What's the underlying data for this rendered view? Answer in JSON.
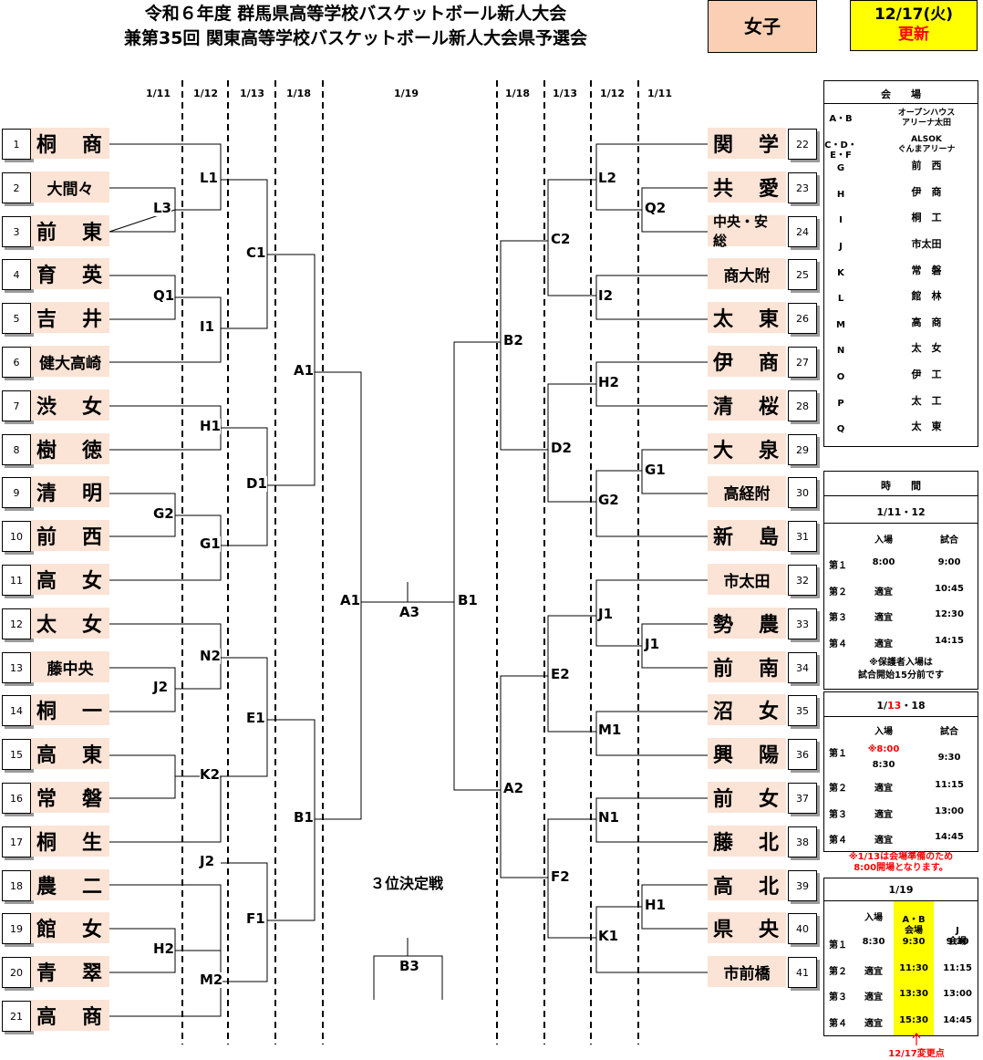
{
  "header": {
    "title1": "令和６年度 群馬県高等学校バスケットボール新人大会",
    "title2": "兼第35回 関東高等学校バスケットボール新人大会県予選会",
    "category": "女子",
    "update_date": "12/17(火)",
    "update_label": "更新"
  },
  "dates": {
    "d1": "1/11",
    "d2": "1/12",
    "d3": "1/13",
    "d4": "1/18",
    "d5": "1/19"
  },
  "left_teams": [
    {
      "n": "1",
      "name": "桐 商"
    },
    {
      "n": "2",
      "name": "大間々"
    },
    {
      "n": "3",
      "name": "前 東"
    },
    {
      "n": "4",
      "name": "育 英"
    },
    {
      "n": "5",
      "name": "吉 井"
    },
    {
      "n": "6",
      "name": "健大高崎"
    },
    {
      "n": "7",
      "name": "渋 女"
    },
    {
      "n": "8",
      "name": "樹 徳"
    },
    {
      "n": "9",
      "name": "清 明"
    },
    {
      "n": "10",
      "name": "前 西"
    },
    {
      "n": "11",
      "name": "高 女"
    },
    {
      "n": "12",
      "name": "太 女"
    },
    {
      "n": "13",
      "name": "藤中央"
    },
    {
      "n": "14",
      "name": "桐 一"
    },
    {
      "n": "15",
      "name": "高 東"
    },
    {
      "n": "16",
      "name": "常 磐"
    },
    {
      "n": "17",
      "name": "桐 生"
    },
    {
      "n": "18",
      "name": "農 二"
    },
    {
      "n": "19",
      "name": "館 女"
    },
    {
      "n": "20",
      "name": "青 翠"
    },
    {
      "n": "21",
      "name": "高 商"
    }
  ],
  "right_teams": [
    {
      "n": "22",
      "name": "関 学"
    },
    {
      "n": "23",
      "name": "共 愛"
    },
    {
      "n": "24",
      "name": "中央・安総"
    },
    {
      "n": "25",
      "name": "商大附"
    },
    {
      "n": "26",
      "name": "太 東"
    },
    {
      "n": "27",
      "name": "伊 商"
    },
    {
      "n": "28",
      "name": "清 桜"
    },
    {
      "n": "29",
      "name": "大 泉"
    },
    {
      "n": "30",
      "name": "高経附"
    },
    {
      "n": "31",
      "name": "新 島"
    },
    {
      "n": "32",
      "name": "市太田"
    },
    {
      "n": "33",
      "name": "勢 農"
    },
    {
      "n": "34",
      "name": "前 南"
    },
    {
      "n": "35",
      "name": "沼 女"
    },
    {
      "n": "36",
      "name": "興 陽"
    },
    {
      "n": "37",
      "name": "前 女"
    },
    {
      "n": "38",
      "name": "藤 北"
    },
    {
      "n": "39",
      "name": "高 北"
    },
    {
      "n": "40",
      "name": "県 央"
    },
    {
      "n": "41",
      "name": "市前橋"
    }
  ],
  "bracket_labels": {
    "L3": "L3",
    "L1": "L1",
    "Q1": "Q1",
    "I1": "I1",
    "C1": "C1",
    "H1": "H1",
    "D1": "D1",
    "A1": "A1",
    "G2": "G2",
    "G1": "G1",
    "N2": "N2",
    "J2": "J2",
    "E1": "E1",
    "K2": "K2",
    "B1": "B1",
    "F1": "F1",
    "H2": "H2",
    "M2": "M2",
    "A3": "A3",
    "B3": "B3",
    "L2": "L2",
    "Q2": "Q2",
    "C2": "C2",
    "I2": "I2",
    "B2": "B2",
    "D2": "D2",
    "J1": "J1",
    "E2": "E2",
    "M1": "M1",
    "A2": "A2",
    "N1": "N1",
    "F2": "F2",
    "K1": "K1"
  },
  "third_place": "３位決定戦",
  "venue_panel": {
    "title": "会　　場",
    "rows": [
      {
        "code": "A・B",
        "name": "オープンハウス\nアリーナ太田"
      },
      {
        "code": "C・D・E・F",
        "name": "ALSOK\nぐんまアリーナ"
      },
      {
        "code": "G",
        "name": "前　西"
      },
      {
        "code": "H",
        "name": "伊　商"
      },
      {
        "code": "I",
        "name": "桐　工"
      },
      {
        "code": "J",
        "name": "市太田"
      },
      {
        "code": "K",
        "name": "常　磐"
      },
      {
        "code": "L",
        "name": "館　林"
      },
      {
        "code": "M",
        "name": "高　商"
      },
      {
        "code": "N",
        "name": "太　女"
      },
      {
        "code": "O",
        "name": "伊　工"
      },
      {
        "code": "P",
        "name": "太　工"
      },
      {
        "code": "Q",
        "name": "太　東"
      }
    ]
  },
  "time_panel": {
    "title": "時　　間",
    "sec1": {
      "label": "1/11・12",
      "h_entry": "入場",
      "h_game": "試合",
      "rows": [
        {
          "r": "第１",
          "e": "8:00",
          "g": "9:00"
        },
        {
          "r": "第２",
          "e": "適宜",
          "g": "10:45"
        },
        {
          "r": "第３",
          "e": "適宜",
          "g": "12:30"
        },
        {
          "r": "第４",
          "e": "適宜",
          "g": "14:15"
        }
      ],
      "note1": "※保護者入場は",
      "note2": "試合開始15分前です"
    },
    "sec2": {
      "label_a": "1/",
      "label_b": "13",
      "label_c": "・18",
      "h_entry": "入場",
      "h_game": "試合",
      "row1": {
        "r": "第１",
        "e_red": "※8:00",
        "e": "8:30",
        "g": "9:30"
      },
      "rows": [
        {
          "r": "第２",
          "e": "適宜",
          "g": "11:15"
        },
        {
          "r": "第３",
          "e": "適宜",
          "g": "13:00"
        },
        {
          "r": "第４",
          "e": "適宜",
          "g": "14:45"
        }
      ]
    },
    "note_red1": "※1/13は会場準備のため",
    "note_red2": "8:00開場となります。",
    "sec3": {
      "label": "1/19",
      "h_entry": "入場",
      "h_ab": "A・B\n会場",
      "h_j": "J\n会場",
      "rows": [
        {
          "r": "第１",
          "e": "8:30",
          "ab": "9:30",
          "j": "9:30"
        },
        {
          "r": "第２",
          "e": "適宜",
          "ab": "11:30",
          "j": "11:15"
        },
        {
          "r": "第３",
          "e": "適宜",
          "ab": "13:30",
          "j": "13:00"
        },
        {
          "r": "第４",
          "e": "適宜",
          "ab": "15:30",
          "j": "14:45"
        }
      ]
    },
    "change_note": "12/17変更点"
  },
  "colors": {
    "team_bg": "#fbe3d5",
    "highlight": "#ffff00",
    "red": "#ff0000",
    "category_bg": "#fbcfb4"
  }
}
